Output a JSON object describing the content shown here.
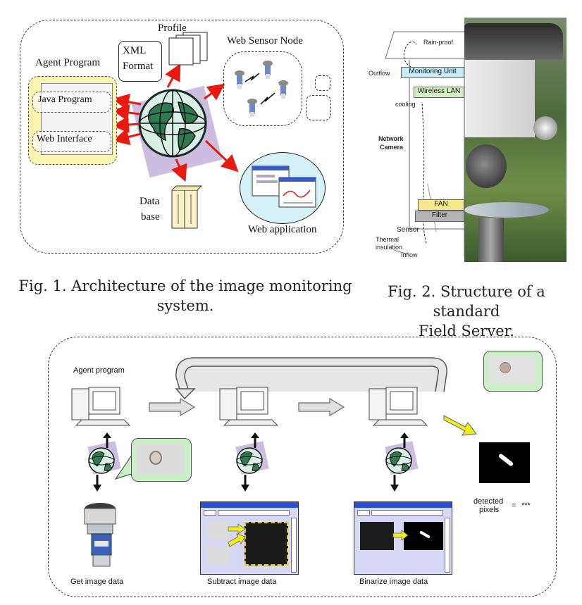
{
  "fig1": {
    "profile_label": "Profile",
    "xml_label": "XML",
    "format_label": "Format",
    "web_sensor_node_label": "Web Sensor Node",
    "agent_program_label": "Agent Program",
    "java_program_label": "Java Program",
    "web_interface_label": "Web Interface",
    "data_label": "Data",
    "base_label": "base",
    "web_application_label": "Web application",
    "caption_line1": "Fig. 1. Architecture of the image monitoring",
    "caption_line2": "system."
  },
  "fig2": {
    "rain_proof": "Rain-proof",
    "outflow": "Outflow",
    "monitoring_unit": "Monitoring Unit",
    "wireless_lan": "Wireless LAN",
    "cooling": "cooling",
    "network": "Network",
    "camera": "Camera",
    "fan": "FAN",
    "filter": "Filter",
    "sensor": "Sensor",
    "thermal": "Thermal",
    "insulation": "insulation",
    "inflow": "Inflow",
    "caption_line1": "Fig. 2. Structure of a standard",
    "caption_line2": "Field Server."
  },
  "fig3": {
    "agent_program": "Agent program",
    "detected": "detected",
    "pixels": "pixels",
    "equals": "=",
    "stars": "***",
    "step1": "Get image data",
    "step2": "Subtract  image data",
    "step3": "Binarize image data"
  },
  "colors": {
    "red_arrow": "#e8190f",
    "agent_fill": "#fbf3b0",
    "monitoring_unit_fill": "#c8ecf6",
    "wireless_fill": "#d2f0c2",
    "fan_fill": "#f7e88a",
    "filter_fill": "#b4b4b4",
    "window_title_blue": "#2a4fd6",
    "window_body": "#d7d8f6",
    "bubble_green": "#c8f0c4",
    "yellow_arrow": "#f2ee1a"
  },
  "icons": [
    "globe-icon",
    "computer-icon",
    "server-icon",
    "sensor-node-icon",
    "camera-icon",
    "window-icon"
  ]
}
